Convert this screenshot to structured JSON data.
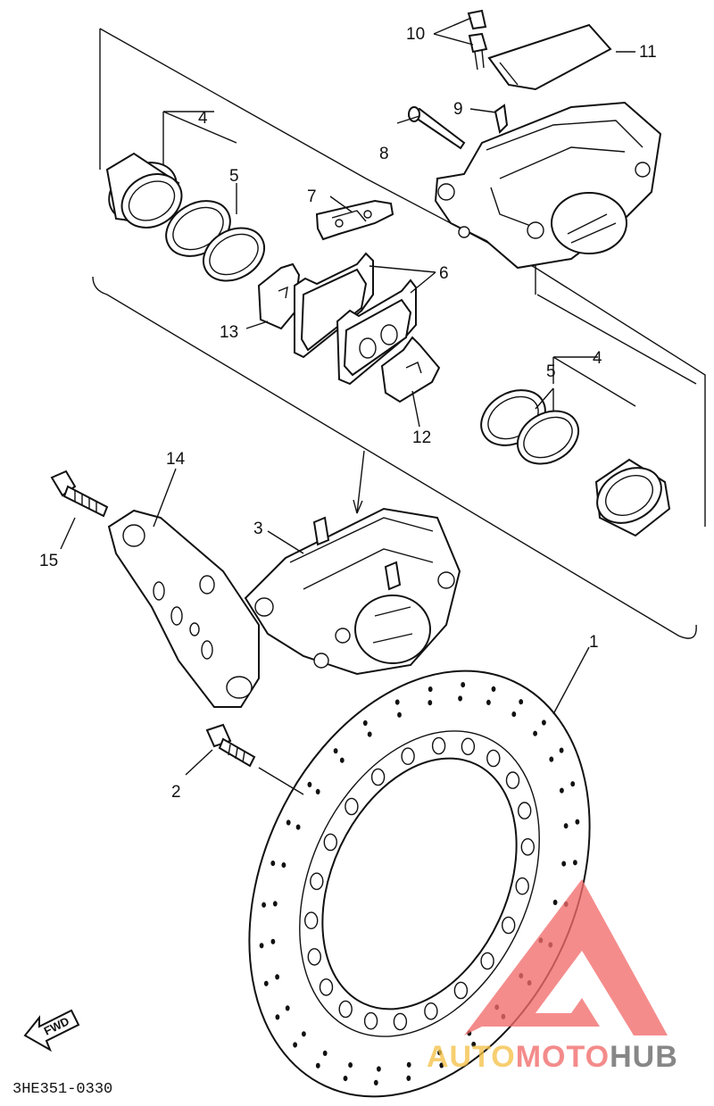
{
  "callouts": [
    {
      "id": "1",
      "label": "1"
    },
    {
      "id": "2",
      "label": "2"
    },
    {
      "id": "3",
      "label": "3"
    },
    {
      "id": "4a",
      "label": "4"
    },
    {
      "id": "4b",
      "label": "4"
    },
    {
      "id": "5a",
      "label": "5"
    },
    {
      "id": "5b",
      "label": "5"
    },
    {
      "id": "6",
      "label": "6"
    },
    {
      "id": "7",
      "label": "7"
    },
    {
      "id": "8",
      "label": "8"
    },
    {
      "id": "9",
      "label": "9"
    },
    {
      "id": "10",
      "label": "10"
    },
    {
      "id": "11",
      "label": "11"
    },
    {
      "id": "12",
      "label": "12"
    },
    {
      "id": "13",
      "label": "13"
    },
    {
      "id": "14",
      "label": "14"
    },
    {
      "id": "15",
      "label": "15"
    }
  ],
  "diagram_code": "3HE351-0330",
  "direction_marker": "FWD",
  "watermark": {
    "text_part1": "AUTO",
    "text_part2": "MOTO",
    "text_part3": "HUB",
    "color_primary": "#f26b6b",
    "color_secondary": "#f5c24a",
    "color_dark": "#666666"
  }
}
